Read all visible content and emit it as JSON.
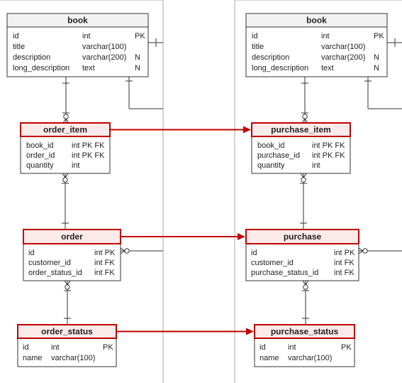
{
  "colors": {
    "highlight": "#c00000",
    "header_fill": "#f2f2f2",
    "highlight_fill": "#fbeaea",
    "line": "#333333",
    "panel_border": "#aaaaaa"
  },
  "left_model": {
    "entities": [
      {
        "id": "book",
        "title": "book",
        "highlighted": false,
        "attributes": [
          {
            "name": "id",
            "type": "int",
            "key": "PK"
          },
          {
            "name": "title",
            "type": "varchar(100)",
            "key": ""
          },
          {
            "name": "description",
            "type": "varchar(200)",
            "key": "N"
          },
          {
            "name": "long_description",
            "type": "text",
            "key": "N"
          }
        ]
      },
      {
        "id": "order_item",
        "title": "order_item",
        "highlighted": true,
        "attributes": [
          {
            "name": "book_id",
            "type": "int PK FK",
            "key": ""
          },
          {
            "name": "order_id",
            "type": "int PK FK",
            "key": ""
          },
          {
            "name": "quantity",
            "type": "int",
            "key": ""
          }
        ]
      },
      {
        "id": "order",
        "title": "order",
        "highlighted": true,
        "attributes": [
          {
            "name": "id",
            "type": "int PK",
            "key": ""
          },
          {
            "name": "customer_id",
            "type": "int FK",
            "key": ""
          },
          {
            "name": "order_status_id",
            "type": "int FK",
            "key": ""
          }
        ]
      },
      {
        "id": "order_status",
        "title": "order_status",
        "highlighted": true,
        "attributes": [
          {
            "name": "id",
            "type": "int",
            "key": "PK"
          },
          {
            "name": "name",
            "type": "varchar(100)",
            "key": ""
          }
        ]
      }
    ]
  },
  "right_model": {
    "entities": [
      {
        "id": "book",
        "title": "book",
        "highlighted": false,
        "attributes": [
          {
            "name": "id",
            "type": "int",
            "key": "PK"
          },
          {
            "name": "title",
            "type": "varchar(100)",
            "key": ""
          },
          {
            "name": "description",
            "type": "varchar(200)",
            "key": "N"
          },
          {
            "name": "long_description",
            "type": "text",
            "key": "N"
          }
        ]
      },
      {
        "id": "purchase_item",
        "title": "purchase_item",
        "highlighted": true,
        "attributes": [
          {
            "name": "book_id",
            "type": "int PK FK",
            "key": ""
          },
          {
            "name": "purchase_id",
            "type": "int PK FK",
            "key": ""
          },
          {
            "name": "quantity",
            "type": "int",
            "key": ""
          }
        ]
      },
      {
        "id": "purchase",
        "title": "purchase",
        "highlighted": true,
        "attributes": [
          {
            "name": "id",
            "type": "int PK",
            "key": ""
          },
          {
            "name": "customer_id",
            "type": "int FK",
            "key": ""
          },
          {
            "name": "purchase_status_id",
            "type": "int FK",
            "key": ""
          }
        ]
      },
      {
        "id": "purchase_status",
        "title": "purchase_status",
        "highlighted": true,
        "attributes": [
          {
            "name": "id",
            "type": "int",
            "key": "PK"
          },
          {
            "name": "name",
            "type": "varchar(100)",
            "key": ""
          }
        ]
      }
    ]
  },
  "mappings": [
    {
      "from": "order_item",
      "to": "purchase_item"
    },
    {
      "from": "order",
      "to": "purchase"
    },
    {
      "from": "order_status",
      "to": "purchase_status"
    }
  ]
}
